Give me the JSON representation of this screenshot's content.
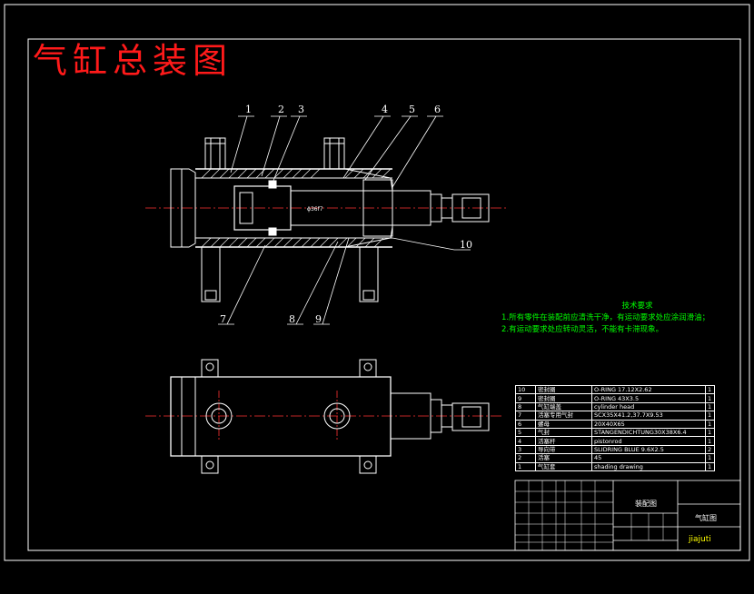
{
  "drawing_title": "气缸总装图",
  "tech_requirements": {
    "heading": "技术要求",
    "items": [
      "1.所有零件在装配前应清洗干净，有运动要求处应涂润滑油；",
      "2.有运动要求处应转动灵活，不能有卡滞现象。"
    ]
  },
  "balloons": [
    "1",
    "2",
    "3",
    "4",
    "5",
    "6",
    "7",
    "8",
    "9",
    "10"
  ],
  "bom": [
    {
      "no": "10",
      "name": "密封圈",
      "spec": "O-RING 17.12X2.62",
      "qty": "1"
    },
    {
      "no": "9",
      "name": "密封圈",
      "spec": "O-RING 43X3.5",
      "qty": "1"
    },
    {
      "no": "8",
      "name": "气缸端盖",
      "spec": "cylinder head",
      "qty": "1"
    },
    {
      "no": "7",
      "name": "活塞专用气封",
      "spec": "SCX35X41.2,37.7X9.53",
      "qty": "1"
    },
    {
      "no": "6",
      "name": "螺母",
      "spec": "20X40X65",
      "qty": "1"
    },
    {
      "no": "5",
      "name": "气封",
      "spec": "STANGENDICHTUNG30X38X6.4",
      "qty": "1"
    },
    {
      "no": "4",
      "name": "活塞杆",
      "spec": "pistonrod",
      "qty": "1"
    },
    {
      "no": "3",
      "name": "导向带",
      "spec": "SLIDRING BLUE 9.6X2.5",
      "qty": "2"
    },
    {
      "no": "2",
      "name": "活塞",
      "spec": "45",
      "qty": "1"
    },
    {
      "no": "1",
      "name": "气缸套",
      "spec": "shading drawing",
      "qty": "1"
    }
  ],
  "title_block": {
    "drawing_type": "装配图",
    "part_name": "气缸图",
    "brand": "jiajuti"
  },
  "colors": {
    "background": "#000000",
    "lines": "#ffffff",
    "title": "#ff1a1a",
    "centerline": "#ff0000",
    "notes": "#00ff00",
    "leaders": "#ffffff"
  }
}
